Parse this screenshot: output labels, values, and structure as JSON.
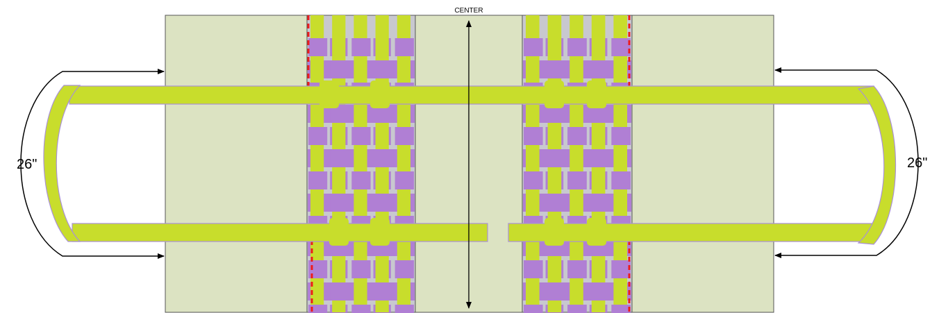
{
  "labels": {
    "center": "CENTER",
    "measure_left": "26\"",
    "measure_right": "26\""
  },
  "colors": {
    "panel_fill": "#dce3c2",
    "panel_stroke": "#555555",
    "lime": "#c8dd2c",
    "lime_stroke": "#a991d6",
    "purple": "#b07fd4",
    "gap": "#c8c8cf",
    "cut_line": "#ee1c1c",
    "arrow": "#000000"
  },
  "diagram": {
    "woven_columns_per_band": 5,
    "woven_rows_per_band": 12,
    "straps": [
      "top-strap",
      "bottom-strap-left",
      "bottom-strap-right"
    ],
    "icons": [
      "center-arrow-icon",
      "left-arc-arrow-icon",
      "right-arc-arrow-icon"
    ]
  }
}
